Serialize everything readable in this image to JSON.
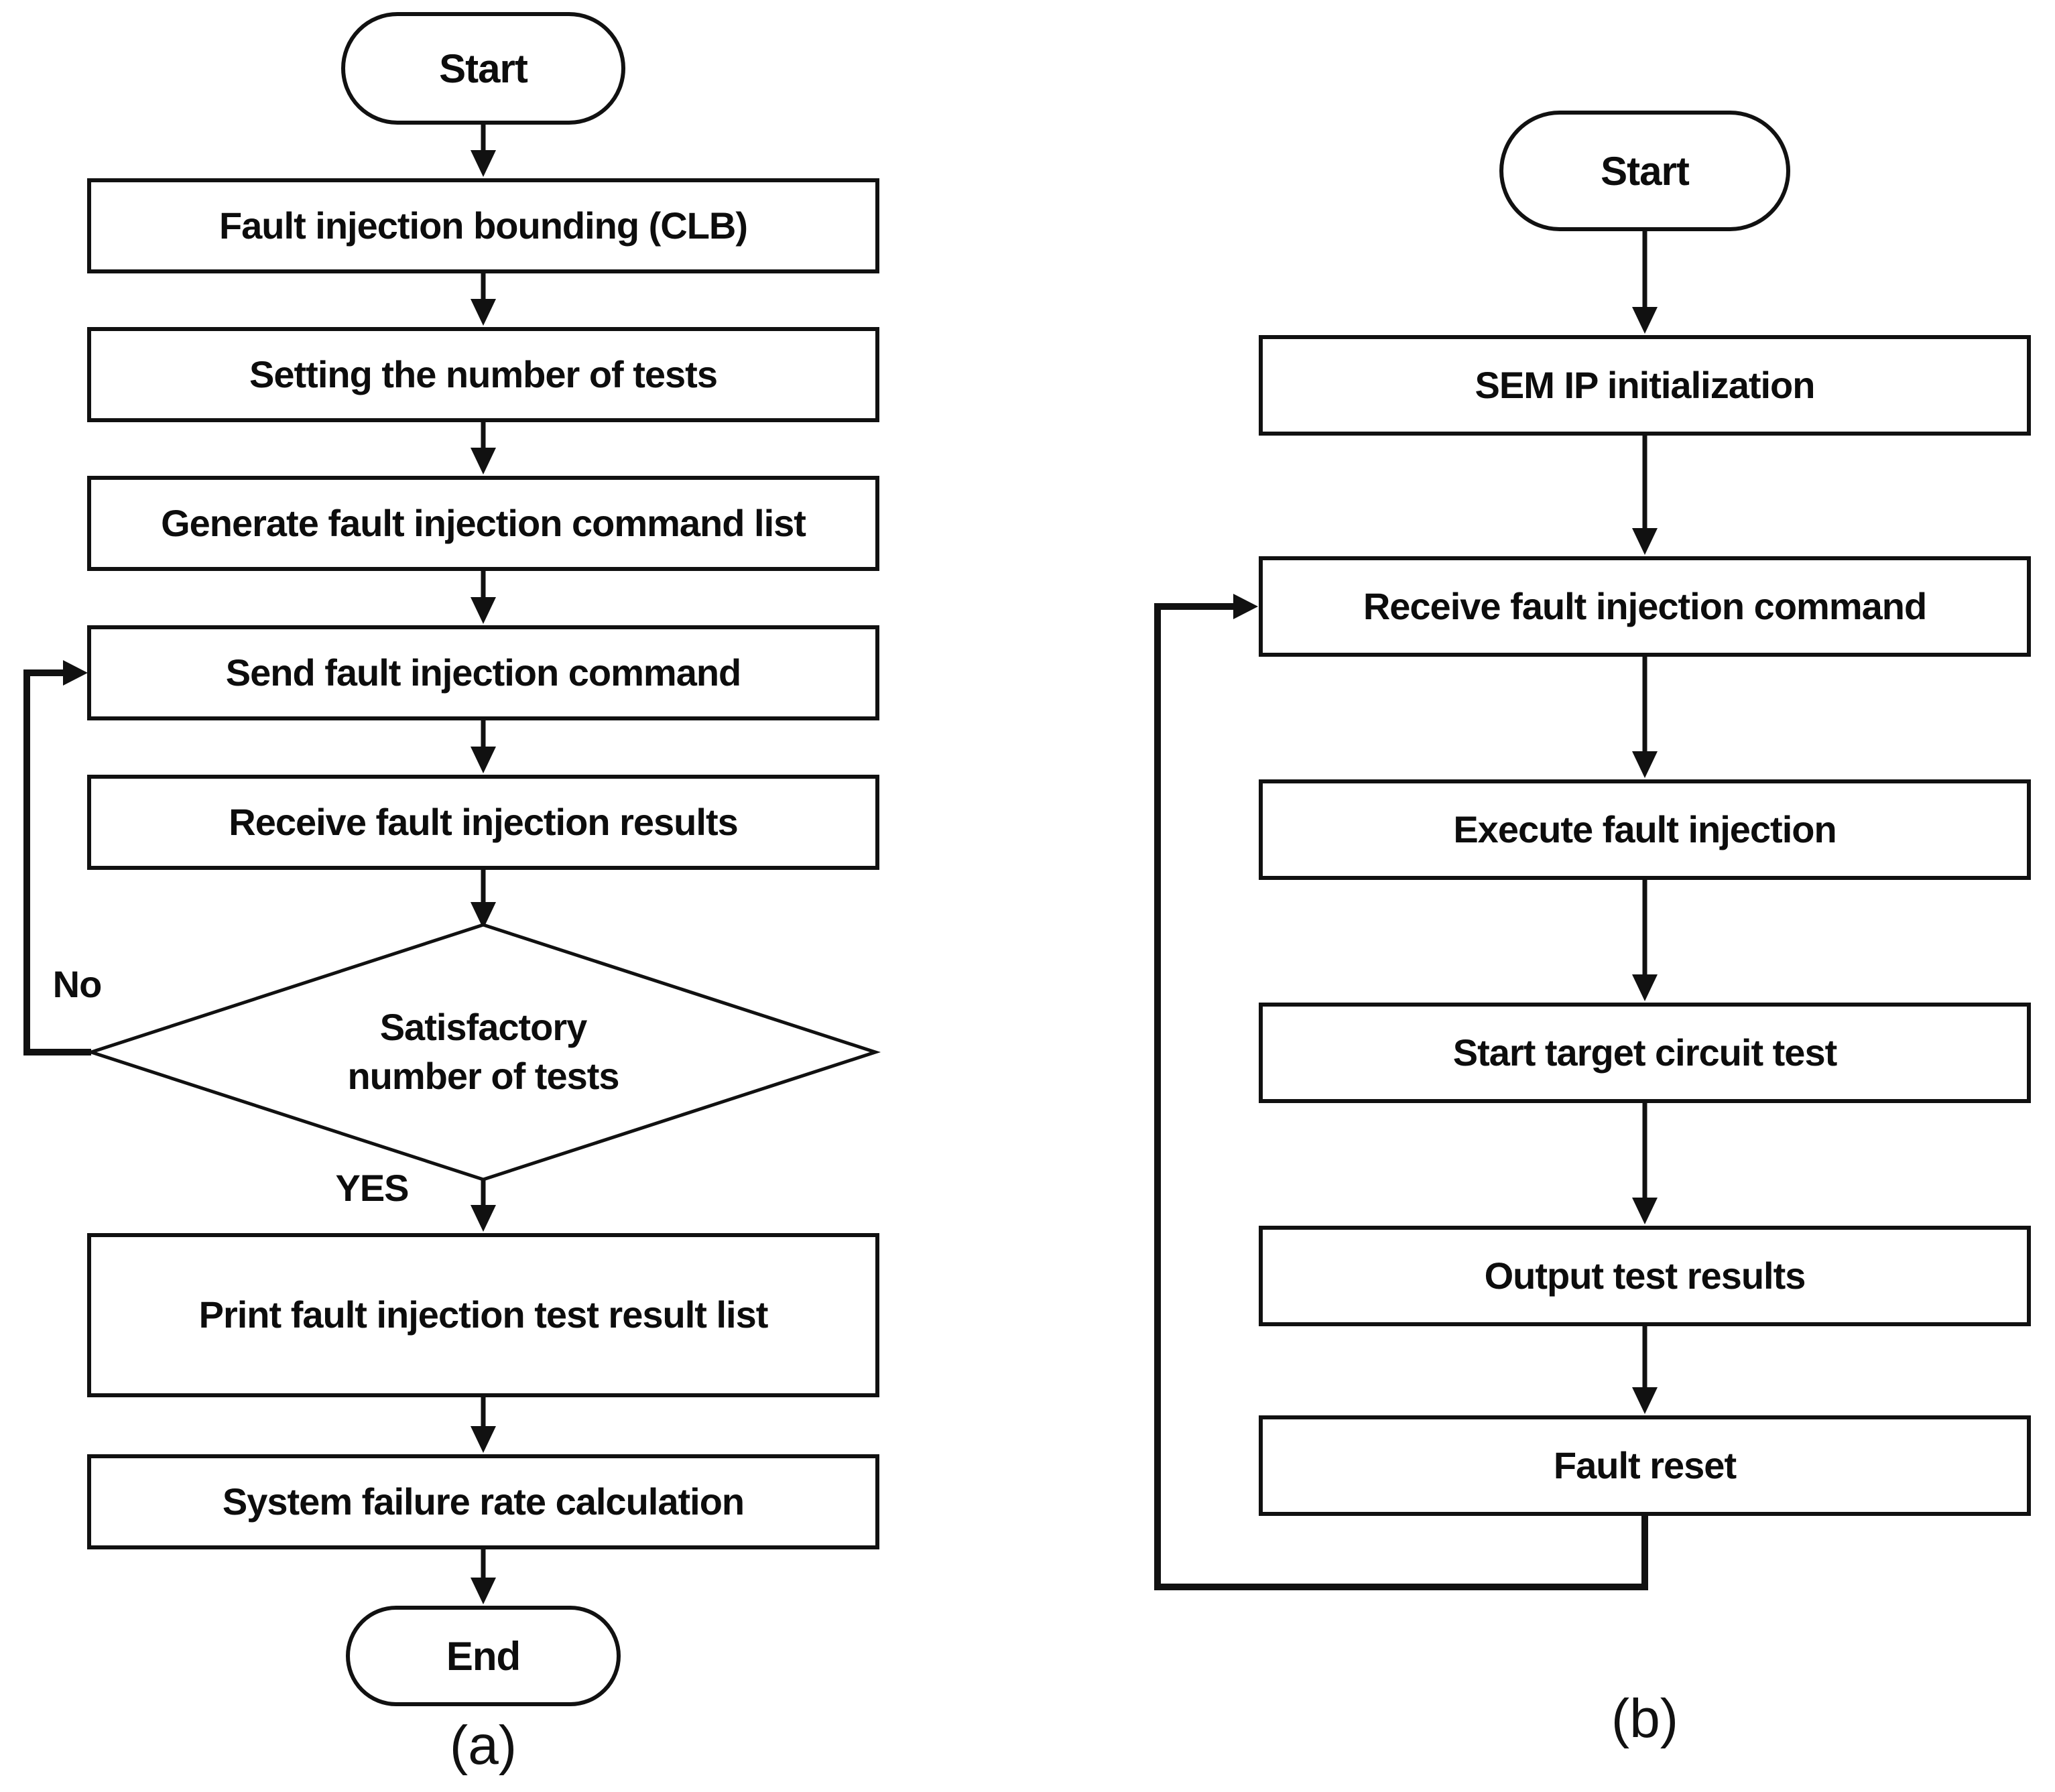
{
  "figure": {
    "type": "flowchart-pair",
    "colors": {
      "line": "#111111",
      "fill": "#ffffff",
      "text": "#0d0d0d"
    },
    "panels": [
      {
        "caption": "(a)",
        "start_label": "Start",
        "end_label": "End",
        "steps": [
          "Fault injection bounding (CLB)",
          "Setting the number of tests",
          "Generate fault injection command list",
          "Send fault injection command",
          "Receive fault injection results",
          "Print fault injection test result list",
          "System failure rate calculation"
        ],
        "decision": {
          "text": "Satisfactory\nnumber of tests",
          "no": "No",
          "yes": "YES"
        }
      },
      {
        "caption": "(b)",
        "start_label": "Start",
        "steps": [
          "SEM IP initialization",
          "Receive fault injection command",
          "Execute fault injection",
          "Start target circuit test",
          "Output test results",
          "Fault reset"
        ]
      }
    ]
  }
}
